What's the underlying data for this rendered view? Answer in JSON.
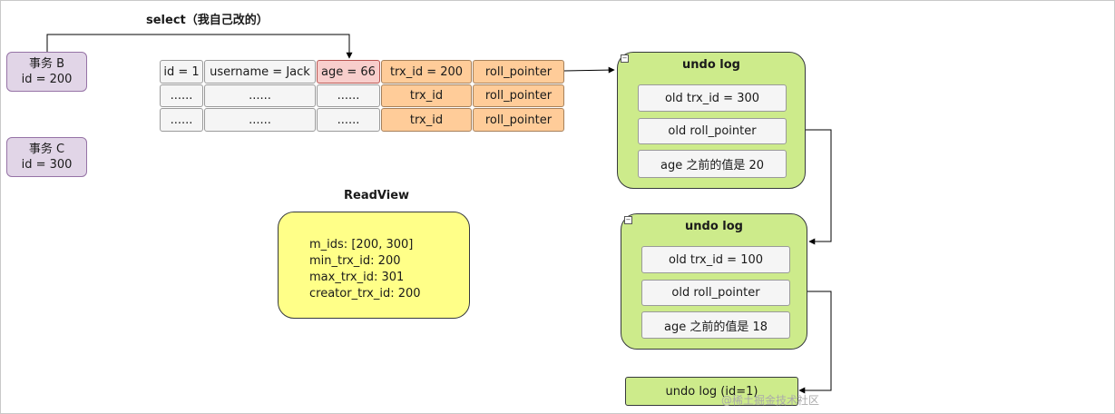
{
  "select_label": "select（我自己改的）",
  "transactions": {
    "b": {
      "line1": "事务 B",
      "line2": "id = 200"
    },
    "c": {
      "line1": "事务 C",
      "line2": "id = 300"
    }
  },
  "record_rows": [
    [
      "id = 1",
      "username = Jack",
      "age = 66",
      "trx_id = 200",
      "roll_pointer"
    ],
    [
      "......",
      "......",
      "......",
      "trx_id",
      "roll_pointer"
    ],
    [
      "......",
      "......",
      "......",
      "trx_id",
      "roll_pointer"
    ]
  ],
  "readview": {
    "title": "ReadView",
    "lines": [
      "m_ids: [200, 300]",
      "min_trx_id: 200",
      "max_trx_id: 301",
      "creator_trx_id: 200"
    ]
  },
  "undo_logs": [
    {
      "title": "undo log",
      "old_trx_id": "old trx_id = 300",
      "old_roll_pointer": "old roll_pointer",
      "prev_value": "age 之前的值是 20"
    },
    {
      "title": "undo log",
      "old_trx_id": "old trx_id = 100",
      "old_roll_pointer": "old roll_pointer",
      "prev_value": "age 之前的值是 18"
    }
  ],
  "undo_log_final": "undo log (id=1)",
  "collapse_glyph": "−",
  "watermark": "@稀土掘金技术社区",
  "colors": {
    "transaction_fill": "#e1d5e7",
    "age_cell_fill": "#f8cecc",
    "trx_cell_fill": "#ffcc99",
    "undo_log_fill": "#cdeb8b",
    "readview_fill": "#ffff88"
  }
}
